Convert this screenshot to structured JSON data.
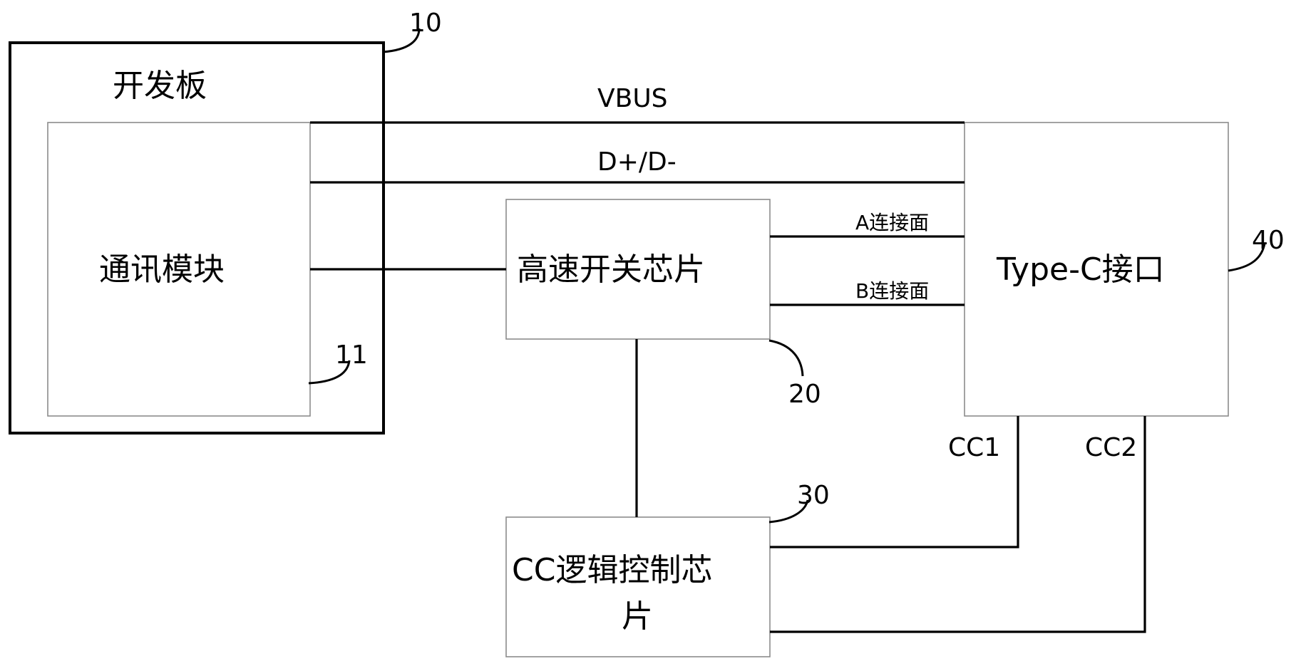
{
  "board": {
    "label": "开发板",
    "ref": "10"
  },
  "comm_module": {
    "label": "通讯模块",
    "ref": "11"
  },
  "switch_chip": {
    "label": "高速开关芯片",
    "ref": "20"
  },
  "cc_chip": {
    "label_line1": "CC逻辑控制芯",
    "label_line2": "片",
    "ref": "30"
  },
  "typec": {
    "label": "Type-C接口",
    "ref": "40"
  },
  "signals": {
    "vbus": "VBUS",
    "dpdm": "D+/D-",
    "a_side": "A连接面",
    "b_side": "B连接面",
    "cc1": "CC1",
    "cc2": "CC2"
  }
}
